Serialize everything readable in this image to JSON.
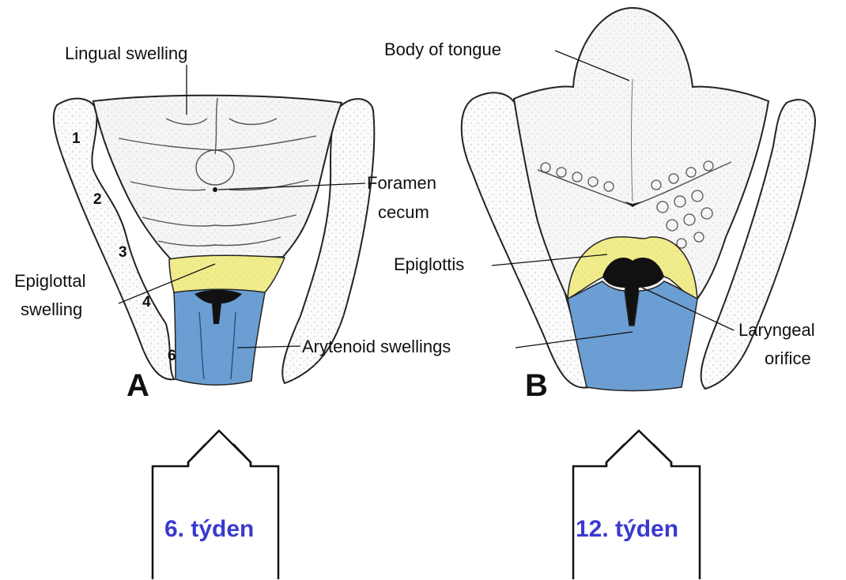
{
  "panel_a": {
    "letter": "A",
    "labels": {
      "lingual_swelling": "Lingual swelling",
      "foramen_cecum": [
        "Foramen",
        "cecum"
      ],
      "epiglottal_swelling": [
        "Epiglottal",
        "swelling"
      ],
      "arytenoid_swellings": "Arytenoid swellings"
    },
    "arch_numbers": [
      "1",
      "2",
      "3",
      "4",
      "6"
    ]
  },
  "panel_b": {
    "letter": "B",
    "labels": {
      "body_of_tongue": "Body of tongue",
      "epiglottis": "Epiglottis",
      "laryngeal_orifice": [
        "Laryngeal",
        "orifice"
      ]
    }
  },
  "arrows": {
    "left_caption": "6. týden",
    "right_caption": "12. týden"
  },
  "colors": {
    "epiglottis_yellow": "#f1ec8a",
    "arytenoid_blue": "#6a9fd6",
    "tissue_white": "#f7f7f7",
    "orifice_black": "#111111",
    "caption_blue": "#3a3acf"
  }
}
